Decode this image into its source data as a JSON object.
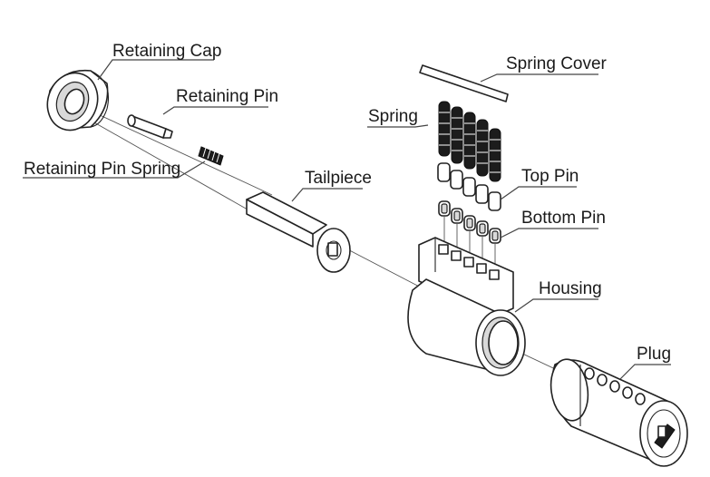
{
  "labels": {
    "retaining_cap": "Retaining Cap",
    "retaining_pin": "Retaining Pin",
    "retaining_pin_spring": "Retaining Pin Spring",
    "tailpiece": "Tailpiece",
    "spring_cover": "Spring Cover",
    "spring": "Spring",
    "top_pin": "Top Pin",
    "bottom_pin": "Bottom Pin",
    "housing": "Housing",
    "plug": "Plug"
  }
}
